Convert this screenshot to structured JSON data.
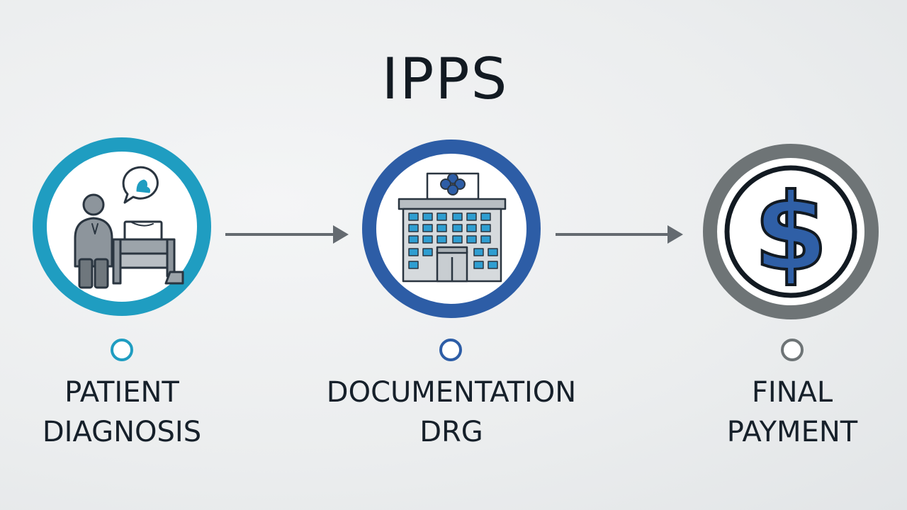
{
  "title": "IPPS",
  "stages": [
    {
      "line1": "PATIENT",
      "line2": "DIAGNOSIS",
      "icon": "patient-at-bed-icon",
      "ring_color": "#1f9dc1"
    },
    {
      "line1": "DOCUMENTATION",
      "line2": "DRG",
      "icon": "hospital-building-icon",
      "ring_color": "#2d5da6"
    },
    {
      "line1": "FINAL",
      "line2": "PAYMENT",
      "icon": "dollar-coin-icon",
      "ring_color": "#6e7476"
    }
  ],
  "colors": {
    "arrow": "#646a70",
    "dollar": "#2f5fa6",
    "icon_stroke": "#2a3540"
  }
}
